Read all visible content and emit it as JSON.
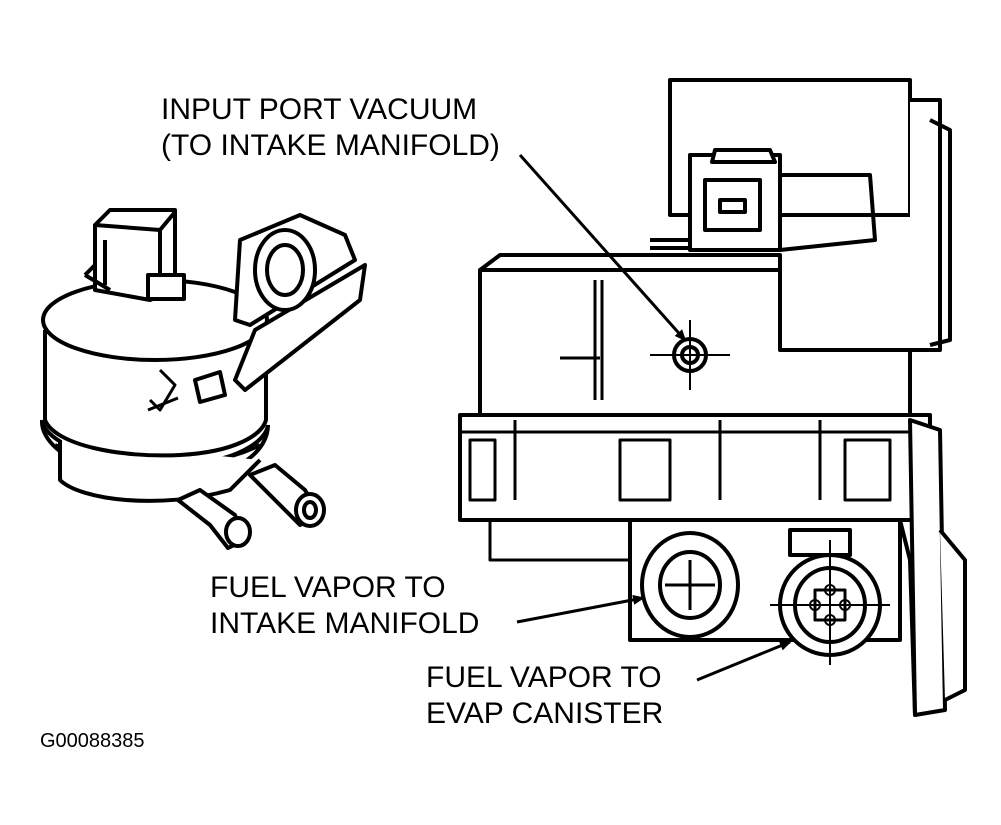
{
  "labels": {
    "input_port_line1": "INPUT PORT VACUUM",
    "input_port_line2": "(TO INTAKE MANIFOLD)",
    "fuel_vapor_intake_line1": "FUEL VAPOR TO",
    "fuel_vapor_intake_line2": "INTAKE MANIFOLD",
    "fuel_vapor_canister_line1": "FUEL VAPOR TO",
    "fuel_vapor_canister_line2": "EVAP CANISTER"
  },
  "figure_code": "G00088385",
  "colors": {
    "ink": "#000000",
    "paper": "#ffffff"
  }
}
